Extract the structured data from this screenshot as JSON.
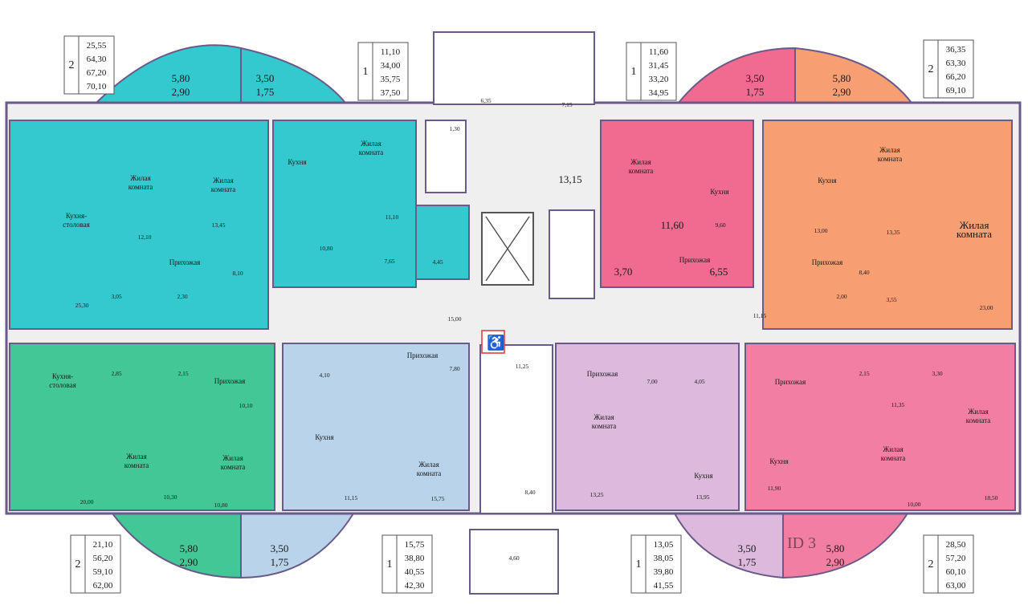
{
  "colors": {
    "teal": "#33c9cf",
    "teal_green": "#3fc8b4",
    "green": "#43c796",
    "light_blue": "#b8d3ea",
    "pink": "#f06b8f",
    "orange": "#f79e72",
    "lilac": "#dcb9dd",
    "rose": "#f27ea3",
    "common": "#efefef",
    "wall": "#6a5a8a"
  },
  "summary_tables": [
    {
      "rooms": "2",
      "values": [
        "25,55",
        "64,30",
        "67,20",
        "70,10"
      ]
    },
    {
      "rooms": "1",
      "values": [
        "11,10",
        "34,00",
        "35,75",
        "37,50"
      ]
    },
    {
      "rooms": "1",
      "values": [
        "11,60",
        "31,45",
        "33,20",
        "34,95"
      ]
    },
    {
      "rooms": "2",
      "values": [
        "36,35",
        "63,30",
        "66,20",
        "69,10"
      ]
    },
    {
      "rooms": "2",
      "values": [
        "21,10",
        "56,20",
        "59,10",
        "62,00"
      ]
    },
    {
      "rooms": "1",
      "values": [
        "15,75",
        "38,80",
        "40,55",
        "42,30"
      ]
    },
    {
      "rooms": "1",
      "values": [
        "13,05",
        "38,05",
        "39,80",
        "41,55"
      ]
    },
    {
      "rooms": "2",
      "values": [
        "28,50",
        "57,20",
        "60,10",
        "63,00"
      ]
    }
  ],
  "balconies": [
    {
      "top": "5,80",
      "bottom": "2,90"
    },
    {
      "top": "3,50",
      "bottom": "1,75"
    },
    {
      "top": "3,50",
      "bottom": "1,75"
    },
    {
      "top": "5,80",
      "bottom": "2,90"
    },
    {
      "top": "5,80",
      "bottom": "2,90"
    },
    {
      "top": "3,50",
      "bottom": "1,75"
    },
    {
      "top": "3,50",
      "bottom": "1,75"
    },
    {
      "top": "5,80",
      "bottom": "2,90"
    }
  ],
  "room_labels": {
    "kitchen_dining": "Кухня-\nстоловая",
    "living_room": "Жилая\nкомната",
    "kitchen": "Кухня",
    "hallway": "Прихожая"
  },
  "areas": {
    "a1_kitchen": "25,30",
    "a1_living1": "12,10",
    "a1_living2": "13,45",
    "a1_hall": "8,10",
    "a1_bath": "3,05",
    "a1_wc": "2,30",
    "a2_kitchen": "10,80",
    "a2_living": "11,10",
    "a2_hall": "7,65",
    "a2_bath": "4,45",
    "stair_top": "1,30",
    "corr_top": "13,15",
    "dim_635": "6,35",
    "dim_715": "7,15",
    "a3_living": "11,60",
    "a3_kitchen": "9,60",
    "a3_bath": "3,70",
    "a3_hall": "6,55",
    "a4_kitchen": "13,00",
    "a4_living1": "13,35",
    "a4_living2": "23,00",
    "a4_hall": "8,40",
    "a4_bath": "3,55",
    "a4_wc": "2,00",
    "a4_living2_label": "Жилая\nкомната",
    "corr_left": "15,00",
    "corr_right": "11,15",
    "stair_bottom": "11,25",
    "stair_low": "8,40",
    "dim_460": "4,60",
    "a5_kitchen": "20,00",
    "a5_living1": "10,30",
    "a5_living2": "10,80",
    "a5_hall": "10,10",
    "a5_bath": "2,85",
    "a5_wc": "2,15",
    "a6_bath": "4,10",
    "a6_kitchen": "11,15",
    "a6_living": "15,75",
    "a6_hall": "7,80",
    "a7_hall": "7,00",
    "a7_bath": "4,05",
    "a7_living": "13,25",
    "a7_kitchen": "13,95",
    "a8_hall": "11,35",
    "a8_wc": "2,15",
    "a8_bath": "3,30",
    "a8_kitchen": "11,90",
    "a8_living1": "10,00",
    "a8_living2": "18,50"
  },
  "watermark": "ID 3"
}
